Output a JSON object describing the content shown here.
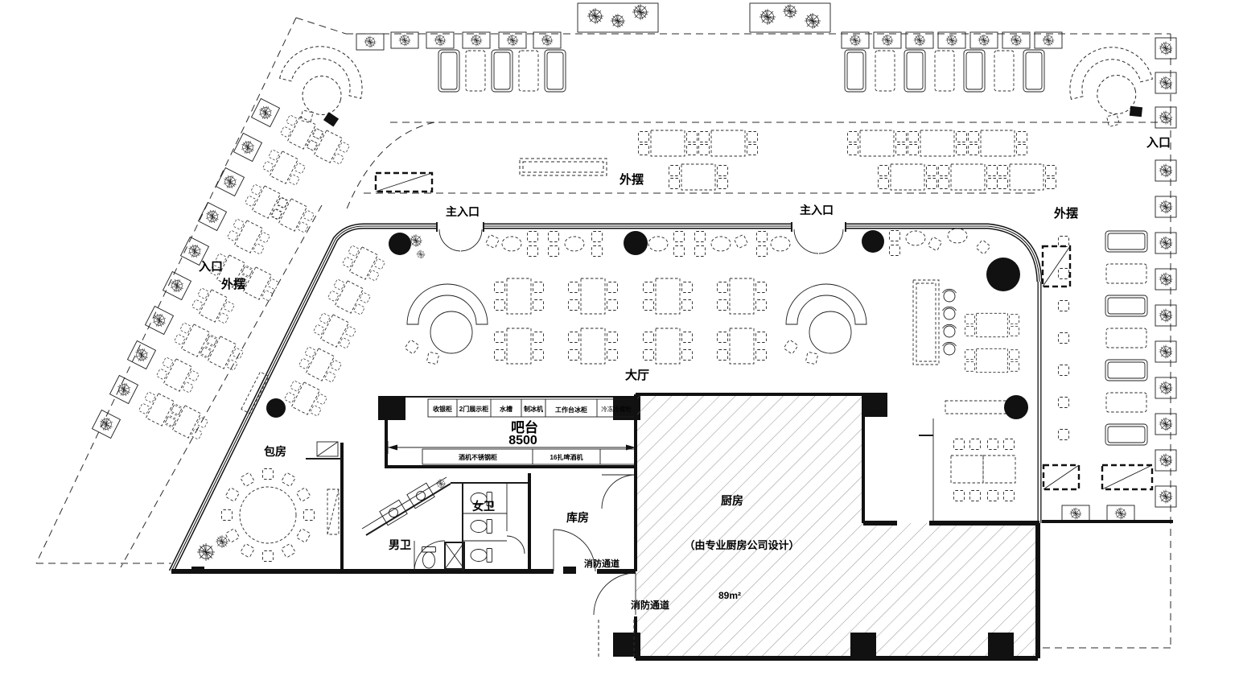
{
  "drawing": {
    "type": "restaurant-floor-plan",
    "line_color": "#111111",
    "background": "#ffffff",
    "kitchen_hatch_color": "#777777"
  },
  "labels": {
    "outdoor_seating": "外摆",
    "entrance": "入口",
    "main_entrance": "主入口",
    "main_hall": "大厅",
    "bar": "吧台",
    "bar_dim": "8500",
    "private_room": "包房",
    "mens_room": "男卫",
    "womens_room": "女卫",
    "storeroom": "库房",
    "fire_passage": "消防通道",
    "kitchen": "厨房",
    "kitchen_note": "（由专业厨房公司设计）",
    "kitchen_area": "89m²"
  },
  "bar_equipment": {
    "top_row": [
      "收银柜",
      "2门展示柜",
      "水槽",
      "制冰机",
      "工作台冰柜",
      "冷冻冷藏柜"
    ],
    "counter_row": [
      "酒机不锈钢柜",
      "16扎啤酒机"
    ]
  }
}
